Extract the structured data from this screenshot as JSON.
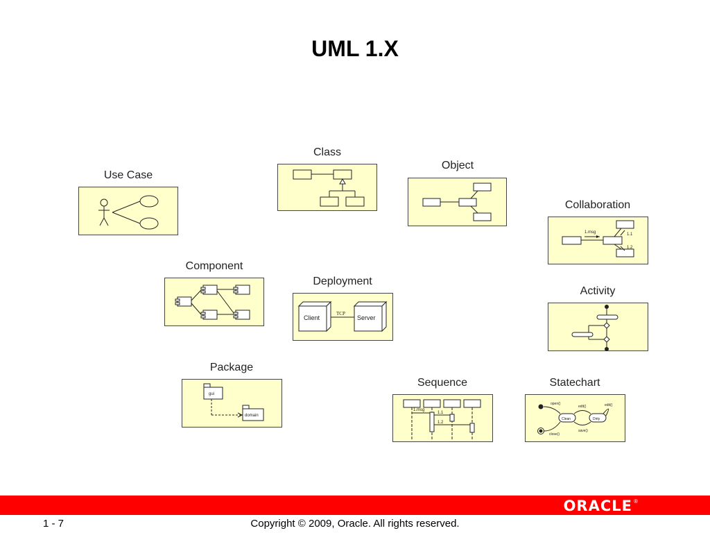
{
  "title": "UML 1.X",
  "diagrams": {
    "use_case": {
      "label": "Use Case"
    },
    "class": {
      "label": "Class"
    },
    "object": {
      "label": "Object"
    },
    "collaboration": {
      "label": "Collaboration",
      "msg": "1.msg",
      "m1": "1.1",
      "m2": "1.2"
    },
    "component": {
      "label": "Component"
    },
    "deployment": {
      "label": "Deployment",
      "client": "Client",
      "server": "Server",
      "link": "TCP"
    },
    "activity": {
      "label": "Activity"
    },
    "package": {
      "label": "Package",
      "pkg1": "gui",
      "pkg2": "domain"
    },
    "sequence": {
      "label": "Sequence",
      "msg": "1.msg",
      "m1": "1.1",
      "m2": "1.2"
    },
    "statechart": {
      "label": "Statechart",
      "s1": "Clean",
      "s2": "Dirty",
      "open": "open()",
      "edit1": "edit()",
      "edit2": "edit()",
      "save": "save()",
      "close": "close()"
    }
  },
  "footer": {
    "logo": "ORACLE",
    "page": "1 - 7",
    "copyright": "Copyright © 2009, Oracle. All rights reserved."
  },
  "colors": {
    "box_fill": "#ffffcc",
    "footer_bar": "#ff0000"
  }
}
